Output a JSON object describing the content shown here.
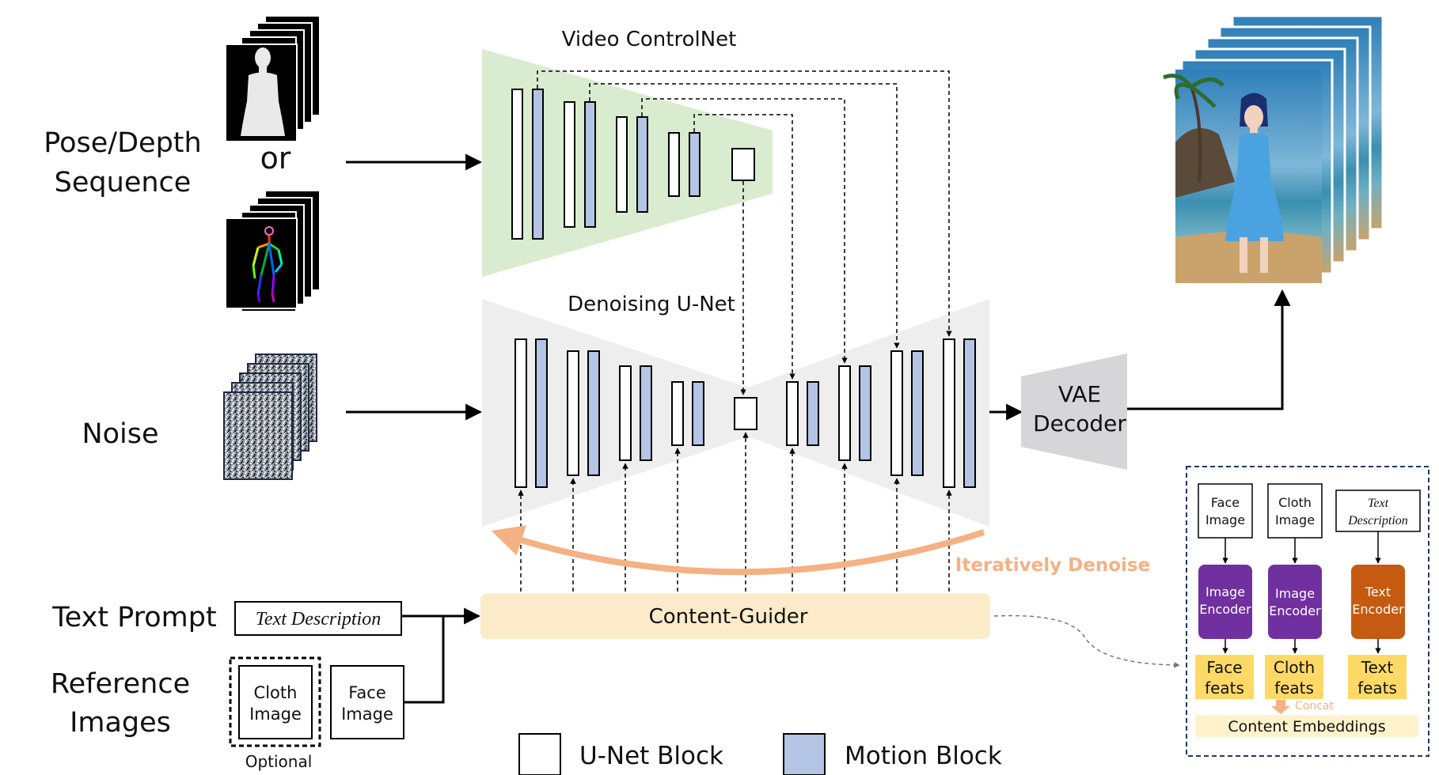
{
  "inputs": {
    "pose_depth": {
      "line1": "Pose/Depth",
      "line2": "Sequence",
      "or": "or"
    },
    "noise": "Noise",
    "text_prompt": "Text Prompt",
    "text_description": "Text Description",
    "reference_images": {
      "line1": "Reference",
      "line2": "Images"
    },
    "cloth_image": {
      "line1": "Cloth",
      "line2": "Image"
    },
    "face_image": {
      "line1": "Face",
      "line2": "Image"
    },
    "optional": "Optional"
  },
  "controlnet": {
    "title": "Video ControlNet"
  },
  "unet": {
    "title": "Denoising U-Net"
  },
  "vae": {
    "line1": "VAE",
    "line2": "Decoder"
  },
  "content_guider": {
    "label": "Content-Guider"
  },
  "iterative_label": "Iteratively Denoise",
  "legend": {
    "unet_block": "U-Net Block",
    "motion_block": "Motion Block"
  },
  "detail": {
    "face_image": {
      "line1": "Face",
      "line2": "Image"
    },
    "cloth_image": {
      "line1": "Cloth",
      "line2": "Image"
    },
    "text_description": {
      "line1": "Text",
      "line2": "Description"
    },
    "image_encoder": {
      "line1": "Image",
      "line2": "Encoder"
    },
    "text_encoder": {
      "line1": "Text",
      "line2": "Encoder"
    },
    "face_feats": {
      "line1": "Face",
      "line2": "feats"
    },
    "cloth_feats": {
      "line1": "Cloth",
      "line2": "feats"
    },
    "text_feats": {
      "line1": "Text",
      "line2": "feats"
    },
    "concat": "Concat",
    "content_embeddings": "Content Embeddings"
  },
  "colors": {
    "controlnet_fill": "#d9ecd0",
    "unet_fill": "#eeeeee",
    "vae_fill": "#d6d6d8",
    "motion_block": "#b4c4e4",
    "content_guider": "#fcebc8",
    "encoder_purple": "#7030a0",
    "encoder_orange": "#c55a11",
    "feats_yellow": "#ffd966",
    "embeddings_fill": "#fff2cc",
    "iterative_arrow": "#f4b183",
    "detail_border": "#1f3864"
  }
}
